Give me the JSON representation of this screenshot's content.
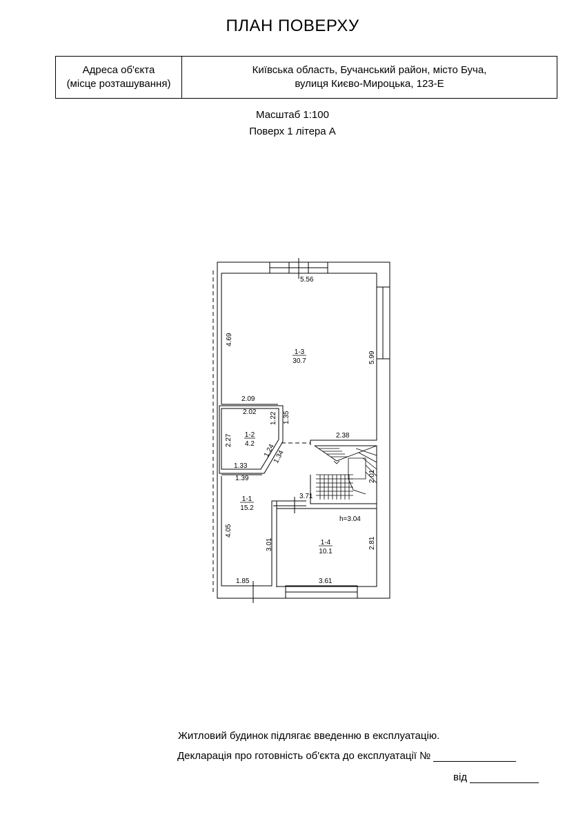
{
  "title": "ПЛАН ПОВЕРХУ",
  "address": {
    "label_line1": "Адреса об'єкта",
    "label_line2": "(місце розташування)",
    "value_line1": "Київська область, Бучанський район, місто Буча,",
    "value_line2": "вулиця Києво-Мироцька, 123-Е"
  },
  "scale": "Масштаб 1:100",
  "floor": "Поверх 1 літера А",
  "rooms": [
    {
      "id": "1-3",
      "area": "30.7"
    },
    {
      "id": "1-2",
      "area": "4.2"
    },
    {
      "id": "1-1",
      "area": "15.2"
    },
    {
      "id": "1-4",
      "area": "10.1"
    }
  ],
  "dimensions": {
    "top_width": "5.56",
    "left_1_3": "4.69",
    "right_1_3": "5.99",
    "d_2_09": "2.09",
    "d_2_02": "2.02",
    "d_1_22": "1.22",
    "d_1_35": "1.35",
    "d_2_38": "2.38",
    "d_2_27": "2.27",
    "d_1_24": "1.24",
    "d_1_34": "1.34",
    "d_1_33": "1.33",
    "d_1_39": "1.39",
    "d_2_01": "2.01",
    "d_3_71": "3.71",
    "d_4_05": "4.05",
    "d_3_01": "3.01",
    "d_2_81": "2.81",
    "d_1_85": "1.85",
    "d_3_61": "3.61"
  },
  "height_note": "h=3.04",
  "footer": {
    "line1": "Житловий будинок підлягає введенню в експлуатацію.",
    "line2": "Декларація про готовність об'єкта до експлуатації №",
    "line3": "від"
  }
}
